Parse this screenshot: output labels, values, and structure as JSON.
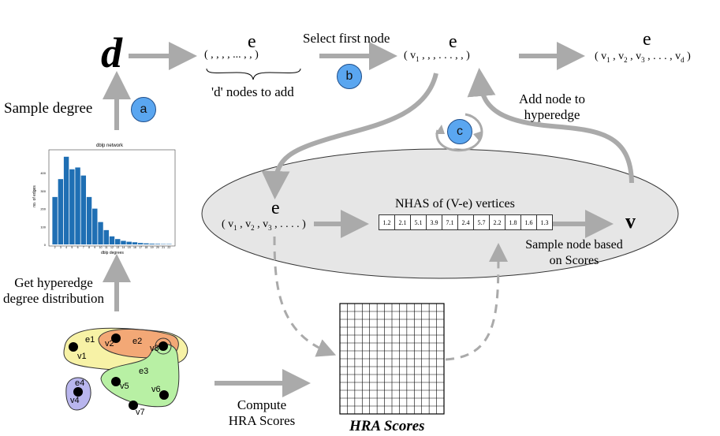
{
  "labels": {
    "sample_degree": "Sample degree",
    "d_symbol": "d",
    "e_symbol": "e",
    "v_symbol": "v",
    "d_nodes_to_add": "'d' nodes to add",
    "select_first_node": "Select first node",
    "add_node_to_hyperedge_1": "Add node to",
    "add_node_to_hyperedge_2": "hyperedge",
    "nhas_title": "NHAS of (V-e) vertices",
    "sample_node_1": "Sample node based",
    "sample_node_2": "on Scores",
    "get_hyperedge_1": "Get hyperedge",
    "get_hyperedge_2": "degree distribution",
    "compute_1": "Compute",
    "compute_2": "HRA Scores",
    "hra_scores": "HRA Scores"
  },
  "badges": {
    "a": "a",
    "b": "b",
    "c": "c"
  },
  "sequences": {
    "empty_slots": "(  ,  ,  ,  ,  ... ,  ,  )",
    "first_node": "( v",
    "first_node_rest": ",  ,  ,  . . . ,  ,  )",
    "full_edge": "( v",
    "ellipse_seq": "( v"
  },
  "nhas_scores": [
    "1.2",
    "2.1",
    "5.1",
    "3.9",
    "7.1",
    "2.4",
    "5.7",
    "2.2",
    "1.8",
    "1.6",
    "1.3"
  ],
  "histogram": {
    "title": "dblp network",
    "ylabel": "no. of edges",
    "xlabel": "dblp degrees",
    "yticks": [
      "0",
      "100",
      "200",
      "300",
      "400"
    ],
    "xticks": [
      "2",
      "3",
      "4",
      "5",
      "6",
      "7",
      "8",
      "9",
      "10",
      "11",
      "12",
      "13",
      "14",
      "15",
      "16",
      "17",
      "18",
      "19",
      "20",
      "21",
      "22"
    ]
  },
  "chart_data": {
    "type": "bar",
    "title": "dblp network",
    "xlabel": "dblp degrees",
    "ylabel": "no. of edges",
    "categories": [
      "2",
      "3",
      "4",
      "5",
      "6",
      "7",
      "8",
      "9",
      "10",
      "11",
      "12",
      "13",
      "14",
      "15",
      "16",
      "17",
      "18",
      "19",
      "20",
      "21",
      "22"
    ],
    "values": [
      265,
      365,
      490,
      420,
      430,
      385,
      265,
      200,
      125,
      80,
      45,
      30,
      20,
      15,
      12,
      8,
      6,
      4,
      3,
      2,
      2
    ],
    "ylim": [
      0,
      520
    ],
    "grid": false,
    "color": "#1f6fb4"
  },
  "hypergraph": {
    "edges": [
      "e1",
      "e2",
      "e3",
      "e4"
    ],
    "nodes": [
      "v1",
      "v2",
      "v3",
      "v4",
      "v5",
      "v6",
      "v7"
    ],
    "colors": {
      "e1": "#f7f2a6",
      "e2": "#f3a876",
      "e3": "#b8f0a4",
      "e4": "#b9b6ee"
    }
  },
  "colors": {
    "arrow": "#aaaaaa",
    "ellipse_fill": "#e6e6e6",
    "badge": "#5aa6f0"
  }
}
